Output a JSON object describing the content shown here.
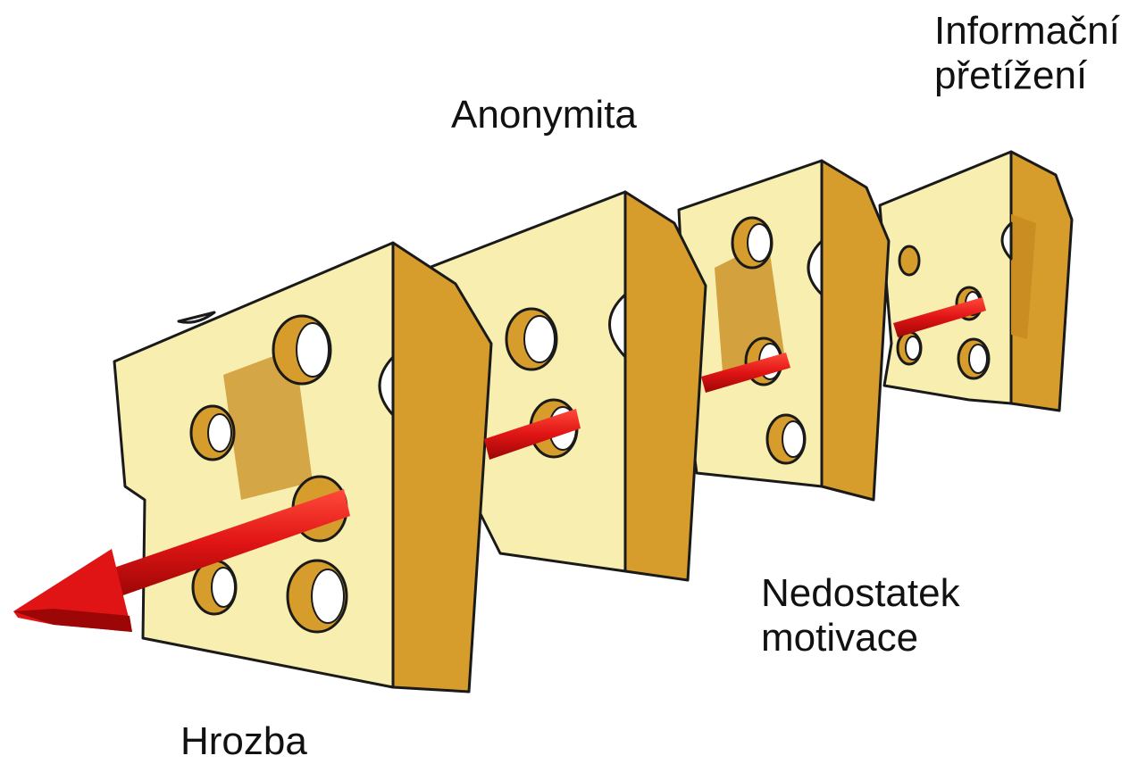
{
  "labels": {
    "informacni_line1": "Informační",
    "informacni_line2": "přetížení",
    "anonymita": "Anonymita",
    "motivace_line1": "Nedostatek",
    "motivace_line2": "motivace",
    "hrozba": "Hrozba"
  },
  "colors": {
    "cheese_face": "#f7eeb0",
    "cheese_side": "#d79d2c",
    "cheese_shadow": "#c98d22",
    "outline": "#1a1a1a",
    "arrow": "#e01414",
    "arrow_dark": "#a80808"
  }
}
